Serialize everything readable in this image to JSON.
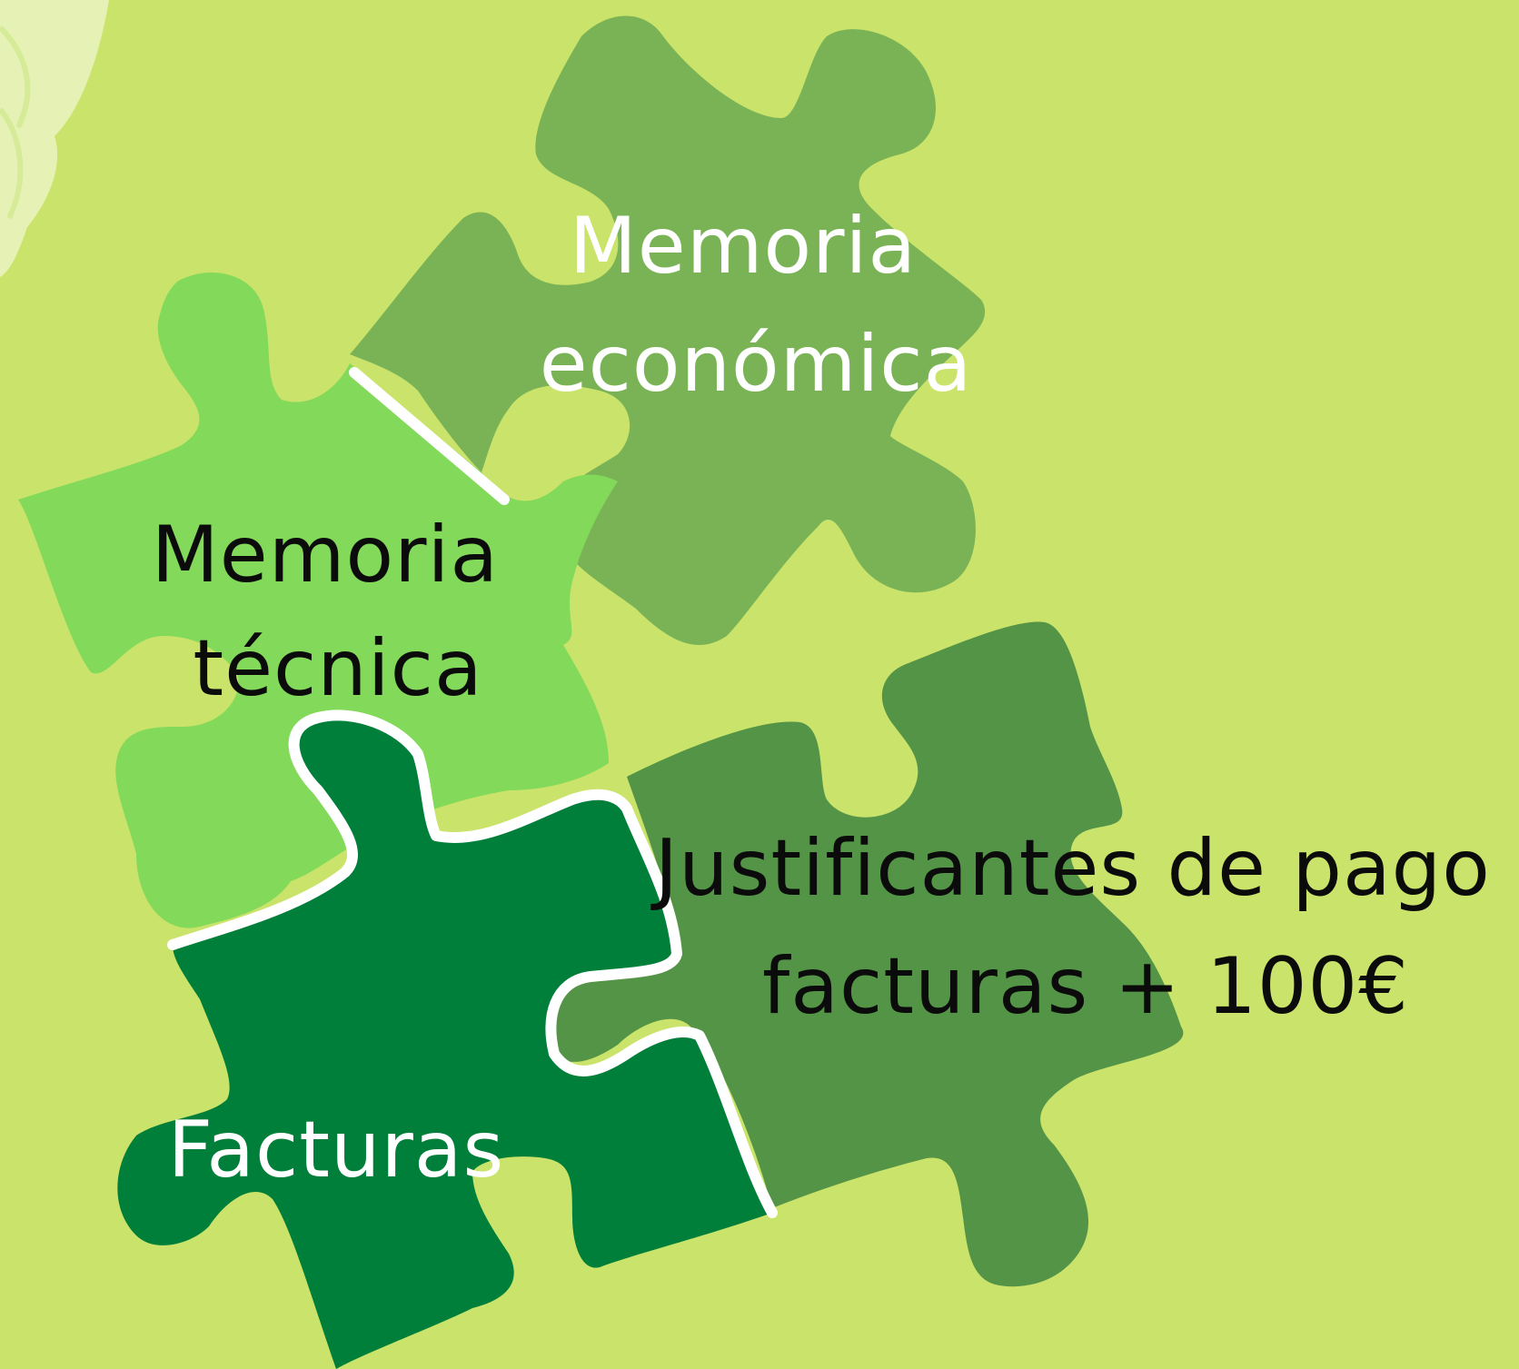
{
  "pieces": [
    {
      "id": "memoria-economica",
      "lines": [
        "Memoria",
        "económica"
      ],
      "fill_color": "#7ab356",
      "text_color": "#ffffff"
    },
    {
      "id": "memoria-tecnica",
      "lines": [
        "Memoria",
        "técnica"
      ],
      "fill_color": "#82d95a",
      "text_color": "#0b0b0b"
    },
    {
      "id": "justificantes",
      "lines": [
        "Justificantes de pago",
        "facturas + 100€"
      ],
      "fill_color": "#549447",
      "text_color": "#0b0b0b"
    },
    {
      "id": "facturas",
      "lines": [
        "Facturas"
      ],
      "fill_color": "#007f3a",
      "text_color": "#ffffff"
    }
  ],
  "colors": {
    "background": "#cae36a",
    "outline": "#ffffff"
  }
}
